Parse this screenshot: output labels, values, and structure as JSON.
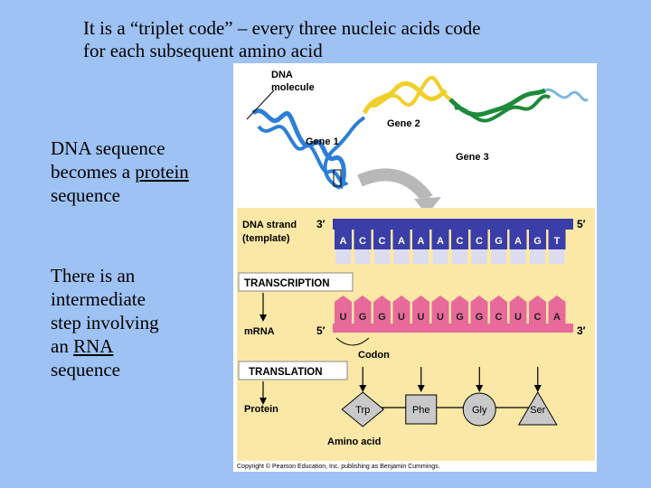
{
  "slide": {
    "title_line1": "It is a “triplet code” – every three nucleic acids code",
    "title_line2": "for each subsequent amino acid",
    "point1_part1": "DNA sequence",
    "point1_part2": "becomes a ",
    "point1_link": "protein",
    "point1_part3": "sequence",
    "point2_line1": "There is an",
    "point2_line2": "intermediate",
    "point2_line3": "step involving",
    "point2_part4": "an ",
    "point2_link": "RNA",
    "point2_line5": "sequence"
  },
  "figure": {
    "dna_label_1": "DNA",
    "dna_label_2": "molecule",
    "gene1": "Gene 1",
    "gene2": "Gene 2",
    "gene3": "Gene 3",
    "dna_strand_1": "DNA strand",
    "dna_strand_2": "(template)",
    "three_prime": "3′",
    "five_prime": "5′",
    "transcription": "TRANSCRIPTION",
    "mrna": "mRNA",
    "mrna_five": "5′",
    "mrna_three": "3′",
    "codon": "Codon",
    "translation": "TRANSLATION",
    "protein": "Protein",
    "amino_acid": "Amino acid",
    "copyright": "Copyright © Pearson Education, Inc. publishing as Benjamin Cummings.",
    "dna_bases": [
      "A",
      "C",
      "C",
      "A",
      "A",
      "A",
      "C",
      "C",
      "G",
      "A",
      "G",
      "T"
    ],
    "rna_bases": [
      "U",
      "G",
      "G",
      "U",
      "U",
      "U",
      "G",
      "G",
      "C",
      "U",
      "C",
      "A"
    ],
    "amino_acids": [
      "Trp",
      "Phe",
      "Gly",
      "Ser"
    ],
    "colors": {
      "background": "#9ec2f3",
      "panel": "#fbe8a6",
      "dna": "#3b3ea8",
      "rna": "#e86a9a",
      "gene1": "#2d7fd6",
      "gene2": "#f1cf2a",
      "gene3": "#1d8a3a",
      "amino": "#c9c9c9"
    }
  }
}
